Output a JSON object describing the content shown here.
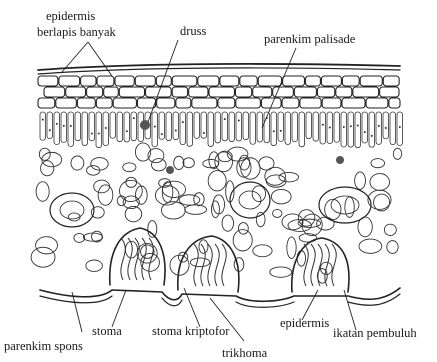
{
  "diagram": {
    "labels": {
      "epidermis_multi_line1": "epidermis",
      "epidermis_multi_line2": "berlapis banyak",
      "druss": "druss",
      "parenkim_palisade": "parenkim palisade",
      "epidermis_lower": "epidermis",
      "stoma": "stoma",
      "stoma_kriptofor": "stoma kriptofor",
      "ikatan_pembuluh": "ikatan pembuluh",
      "parenkim_spons": "parenkim spons",
      "trikhoma": "trikhoma"
    }
  }
}
